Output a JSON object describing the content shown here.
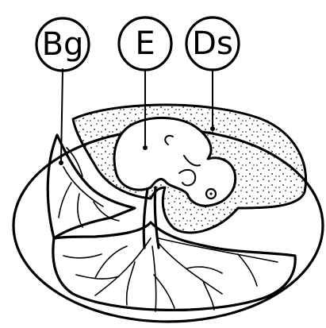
{
  "labels": {
    "bg": "Bg",
    "e": "E",
    "ds": "Ds"
  },
  "colors": {
    "ink": "#000000",
    "background": "#ffffff"
  }
}
